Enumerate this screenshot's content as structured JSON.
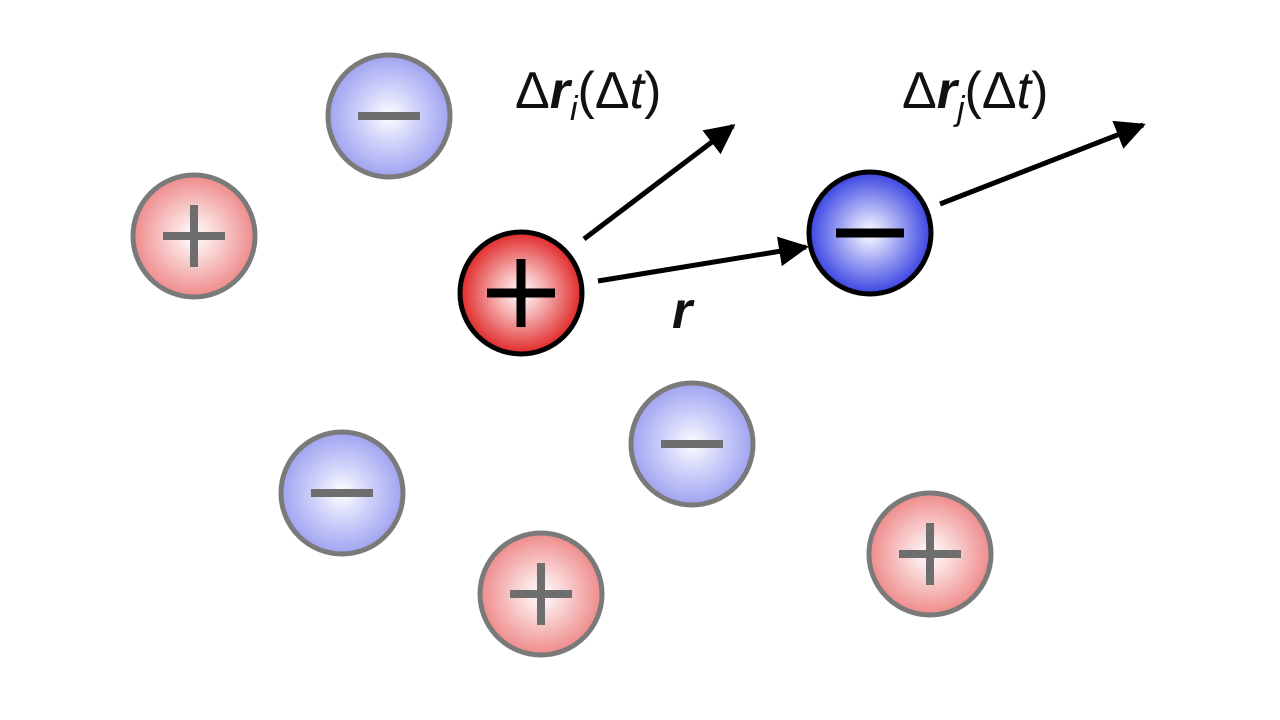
{
  "labels": {
    "delta_symbol": "Δ",
    "r_vector": "r",
    "sub_i": "i",
    "sub_j": "j",
    "open_paren": "(",
    "close_paren": ")",
    "t_symbol": "t",
    "separation_label": "r"
  },
  "ion_signs": {
    "positive": "+",
    "negative": "−"
  },
  "colors": {
    "positive_fill": "#e23b3b",
    "negative_fill": "#4a52e6",
    "positive_faded": "#f08e8e",
    "negative_faded": "#a9abf0",
    "outline_dark": "#000000",
    "outline_faded": "#7a7a7a",
    "arrow": "#000000"
  }
}
